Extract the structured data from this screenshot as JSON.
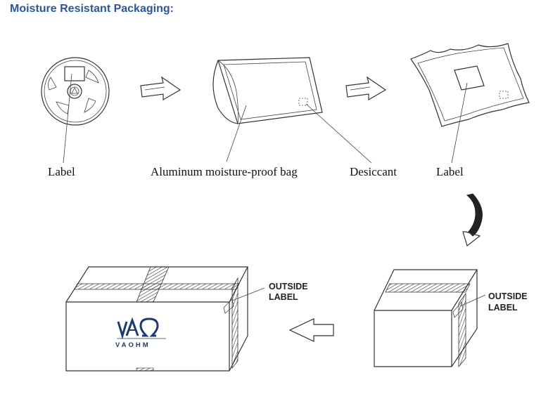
{
  "heading": "Moisture Resistant Packaging:",
  "labels": {
    "reel_label": "Label",
    "bag": "Aluminum  moisture-proof  bag",
    "desiccant": "Desiccant",
    "sealed_label": "Label",
    "outside_label_large": [
      "OUTSIDE",
      "LABEL"
    ],
    "outside_label_small": [
      "OUTSIDE",
      "LABEL"
    ]
  },
  "logo": {
    "mark": "VAΩ",
    "text": "VAOHM",
    "color": "#1f3a6e"
  },
  "colors": {
    "heading": "#2f5597",
    "lines": "#333333"
  }
}
